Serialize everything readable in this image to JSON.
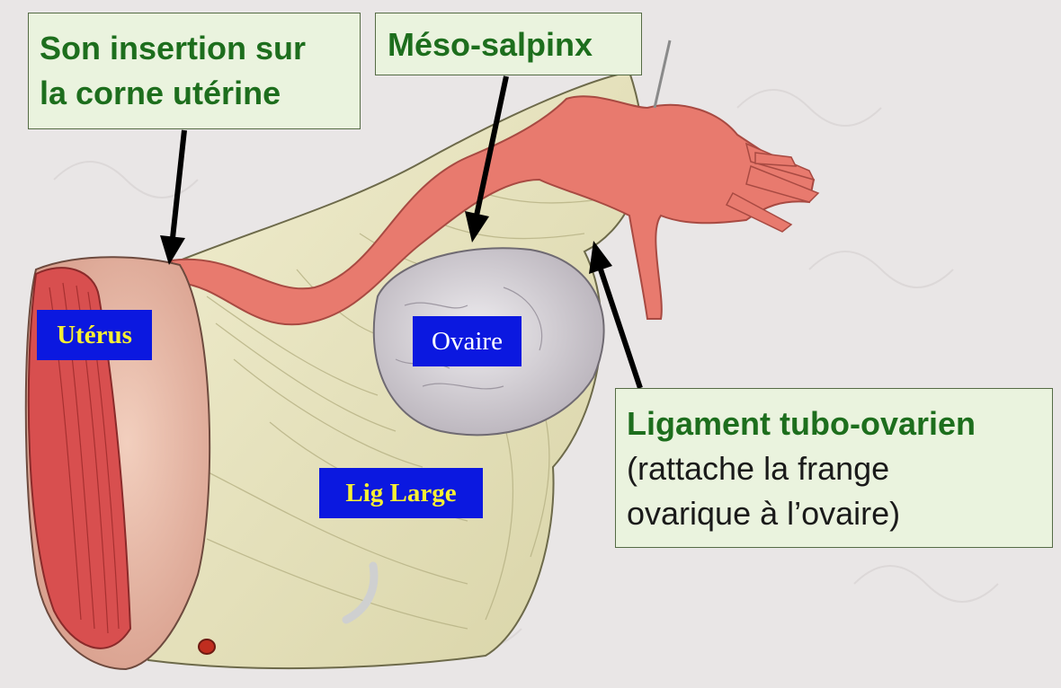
{
  "callouts": {
    "insertion": {
      "line1": "Son insertion sur",
      "line2": "la corne utérine"
    },
    "meso": "Méso-salpinx",
    "ligament": {
      "title": "Ligament tubo-ovarien",
      "line2": "(rattache la frange",
      "line3": "ovarique à l’ovaire)"
    }
  },
  "labels": {
    "uterus": "Utérus",
    "ovaire": "Ovaire",
    "lig_large": "Lig Large"
  },
  "colors": {
    "callout_text": "#1d6e1d",
    "callout_bg": "#eaf3de",
    "label_bg": "#0b18e0",
    "label_text": "#f7ef34",
    "tube": "#e87a6e",
    "ligament_tissue": "#ece8bf",
    "ovary": "#d7d3d8"
  }
}
